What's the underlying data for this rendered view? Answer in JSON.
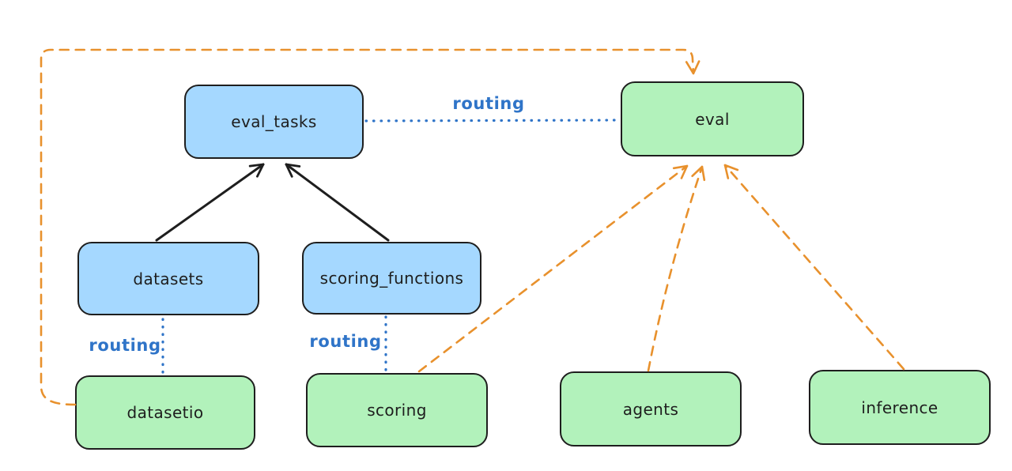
{
  "diagram": {
    "type": "architecture-graph",
    "colors": {
      "resource_fill_blue": "#a5d8ff",
      "provider_fill_green": "#b2f2bb",
      "shape_stroke": "#1e1e1e",
      "solid_arrow": "#1e1e1e",
      "dashed_arrow_orange": "#e8912d",
      "dotted_line_blue": "#2f74c8",
      "background": "#ffffff"
    },
    "nodes": [
      {
        "id": "eval_tasks",
        "label": "eval_tasks",
        "fill": "blue"
      },
      {
        "id": "eval",
        "label": "eval",
        "fill": "green"
      },
      {
        "id": "datasets",
        "label": "datasets",
        "fill": "blue"
      },
      {
        "id": "scoring_functions",
        "label": "scoring_functions",
        "fill": "blue"
      },
      {
        "id": "datasetio",
        "label": "datasetio",
        "fill": "green"
      },
      {
        "id": "scoring",
        "label": "scoring",
        "fill": "green"
      },
      {
        "id": "agents",
        "label": "agents",
        "fill": "green"
      },
      {
        "id": "inference",
        "label": "inference",
        "fill": "green"
      }
    ],
    "edges": [
      {
        "from": "datasets",
        "to": "eval_tasks",
        "style": "solid",
        "color": "black",
        "label": ""
      },
      {
        "from": "scoring_functions",
        "to": "eval_tasks",
        "style": "solid",
        "color": "black",
        "label": ""
      },
      {
        "from": "eval_tasks",
        "to": "eval",
        "style": "dotted",
        "color": "blue",
        "label": "routing"
      },
      {
        "from": "datasets",
        "to": "datasetio",
        "style": "dotted",
        "color": "blue",
        "label": "routing"
      },
      {
        "from": "scoring_functions",
        "to": "scoring",
        "style": "dotted",
        "color": "blue",
        "label": "routing"
      },
      {
        "from": "datasetio",
        "to": "eval",
        "style": "dashed",
        "color": "orange",
        "label": ""
      },
      {
        "from": "scoring",
        "to": "eval",
        "style": "dashed",
        "color": "orange",
        "label": ""
      },
      {
        "from": "agents",
        "to": "eval",
        "style": "dashed",
        "color": "orange",
        "label": ""
      },
      {
        "from": "inference",
        "to": "eval",
        "style": "dashed",
        "color": "orange",
        "label": ""
      }
    ]
  }
}
